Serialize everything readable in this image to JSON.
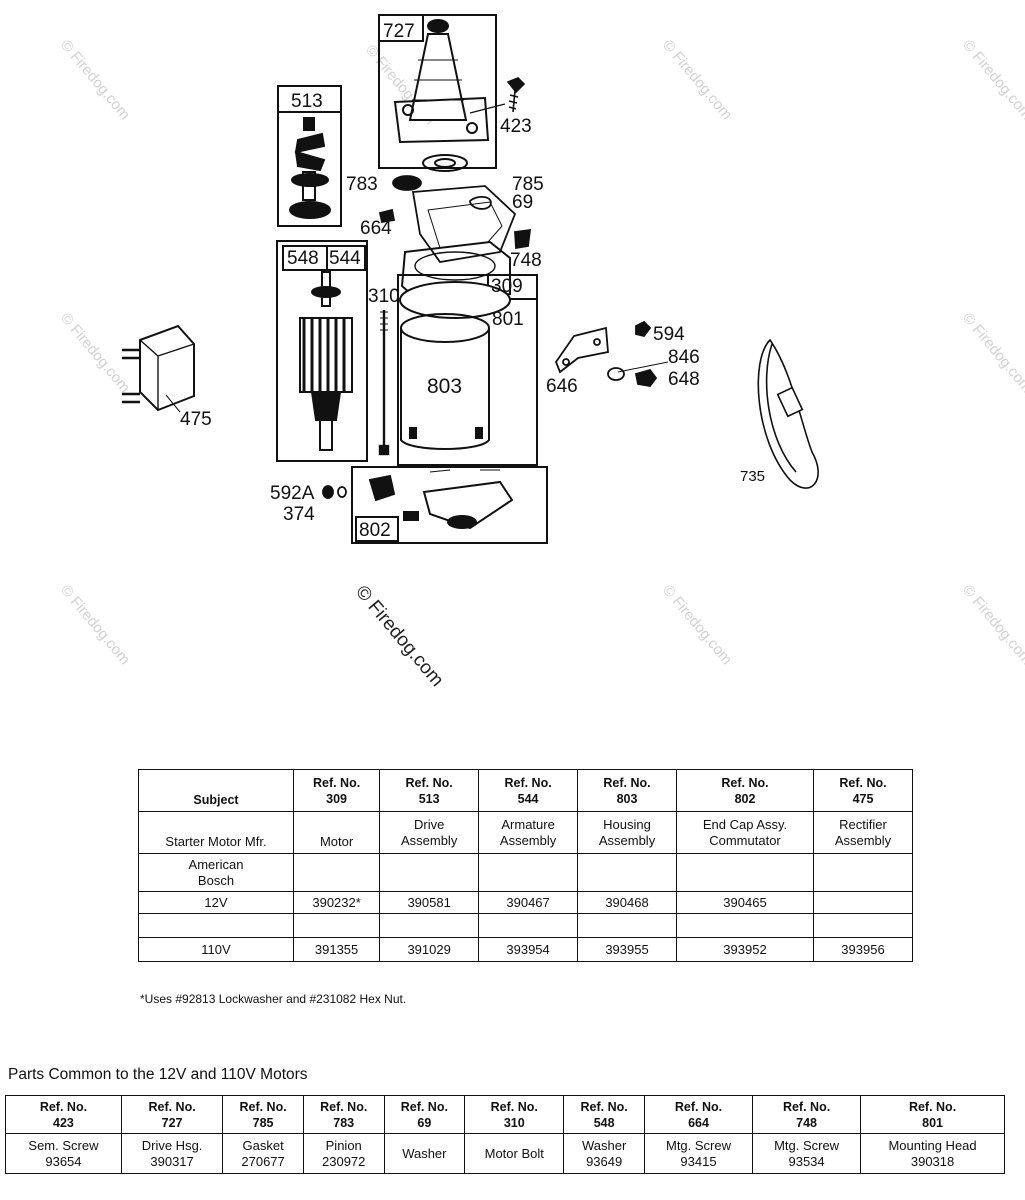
{
  "diagram": {
    "box_labels": {
      "b727": "727",
      "b513": "513",
      "b548": "548",
      "b544": "544",
      "b309": "309"
    },
    "callouts": {
      "c423": "423",
      "c783": "783",
      "c785": "785",
      "c69": "69",
      "c664": "664",
      "c748": "748",
      "c310": "310",
      "c801": "801",
      "c803": "803",
      "c594": "594",
      "c846": "846",
      "c648": "648",
      "c646": "646",
      "c475": "475",
      "c735": "735",
      "c592a": "592A",
      "c374": "374",
      "c802": "802"
    },
    "watermark": "© Firedog.com"
  },
  "spec_table": {
    "header": {
      "subject": "Subject",
      "cols": [
        {
          "l1": "Ref. No.",
          "l2": "309"
        },
        {
          "l1": "Ref. No.",
          "l2": "513"
        },
        {
          "l1": "Ref. No.",
          "l2": "544"
        },
        {
          "l1": "Ref. No.",
          "l2": "803"
        },
        {
          "l1": "Ref. No.",
          "l2": "802"
        },
        {
          "l1": "Ref. No.",
          "l2": "475"
        }
      ]
    },
    "desc_row": {
      "label": "Starter Motor Mfr.",
      "cols": [
        {
          "l1": "Motor",
          "l2": ""
        },
        {
          "l1": "Drive",
          "l2": "Assembly"
        },
        {
          "l1": "Armature",
          "l2": "Assembly"
        },
        {
          "l1": "Housing",
          "l2": "Assembly"
        },
        {
          "l1": "End Cap Assy.",
          "l2": "Commutator"
        },
        {
          "l1": "Rectifier",
          "l2": "Assembly"
        }
      ]
    },
    "mfr_row": {
      "l1": "American",
      "l2": "Bosch"
    },
    "row_12v": {
      "label": "12V",
      "values": [
        "390232*",
        "390581",
        "390467",
        "390468",
        "390465",
        ""
      ]
    },
    "row_110v": {
      "label": "110V",
      "values": [
        "391355",
        "391029",
        "393954",
        "393955",
        "393952",
        "393956"
      ]
    }
  },
  "footnote": "*Uses #92813 Lockwasher and #231082 Hex Nut.",
  "common_title": "Parts Common to the 12V and 110V Motors",
  "common_table": {
    "cols": [
      {
        "ref_label": "Ref. No.",
        "ref": "423",
        "name": "Sem. Screw",
        "part": "93654"
      },
      {
        "ref_label": "Ref. No.",
        "ref": "727",
        "name": "Drive Hsg.",
        "part": "390317"
      },
      {
        "ref_label": "Ref. No.",
        "ref": "785",
        "name": "Gasket",
        "part": "270677"
      },
      {
        "ref_label": "Ref. No.",
        "ref": "783",
        "name": "Pinion",
        "part": "230972"
      },
      {
        "ref_label": "Ref. No.",
        "ref": "69",
        "name": "Washer",
        "part": ""
      },
      {
        "ref_label": "Ref. No.",
        "ref": "310",
        "name": "Motor Bolt",
        "part": ""
      },
      {
        "ref_label": "Ref. No.",
        "ref": "548",
        "name": "Washer",
        "part": "93649"
      },
      {
        "ref_label": "Ref. No.",
        "ref": "664",
        "name": "Mtg. Screw",
        "part": "93415"
      },
      {
        "ref_label": "Ref. No.",
        "ref": "748",
        "name": "Mtg. Screw",
        "part": "93534"
      },
      {
        "ref_label": "Ref. No.",
        "ref": "801",
        "name": "Mounting Head",
        "part": "390318"
      }
    ]
  }
}
